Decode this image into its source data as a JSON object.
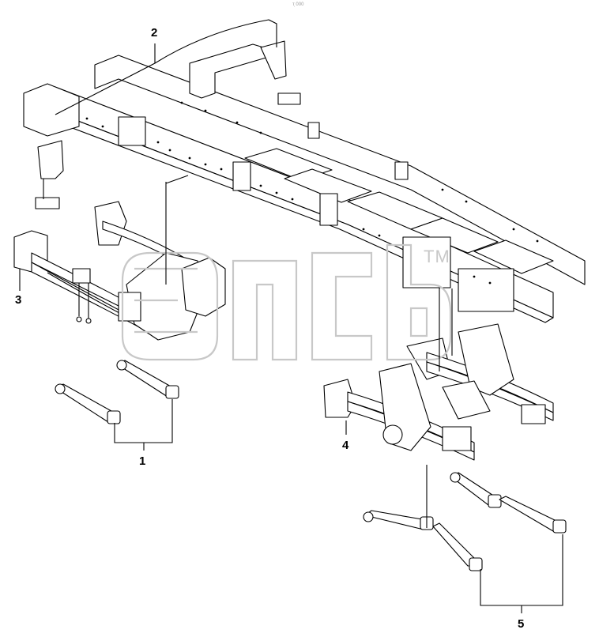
{
  "header": {
    "note": "т̦ 000"
  },
  "watermark": {
    "tm": "TM"
  },
  "callouts": [
    {
      "id": "1",
      "label": "1"
    },
    {
      "id": "2",
      "label": "2"
    },
    {
      "id": "3",
      "label": "3"
    },
    {
      "id": "4",
      "label": "4"
    },
    {
      "id": "5",
      "label": "5"
    }
  ],
  "colors": {
    "line": "#000000",
    "watermark": "#c8c8c8",
    "fill": "#ffffff"
  }
}
